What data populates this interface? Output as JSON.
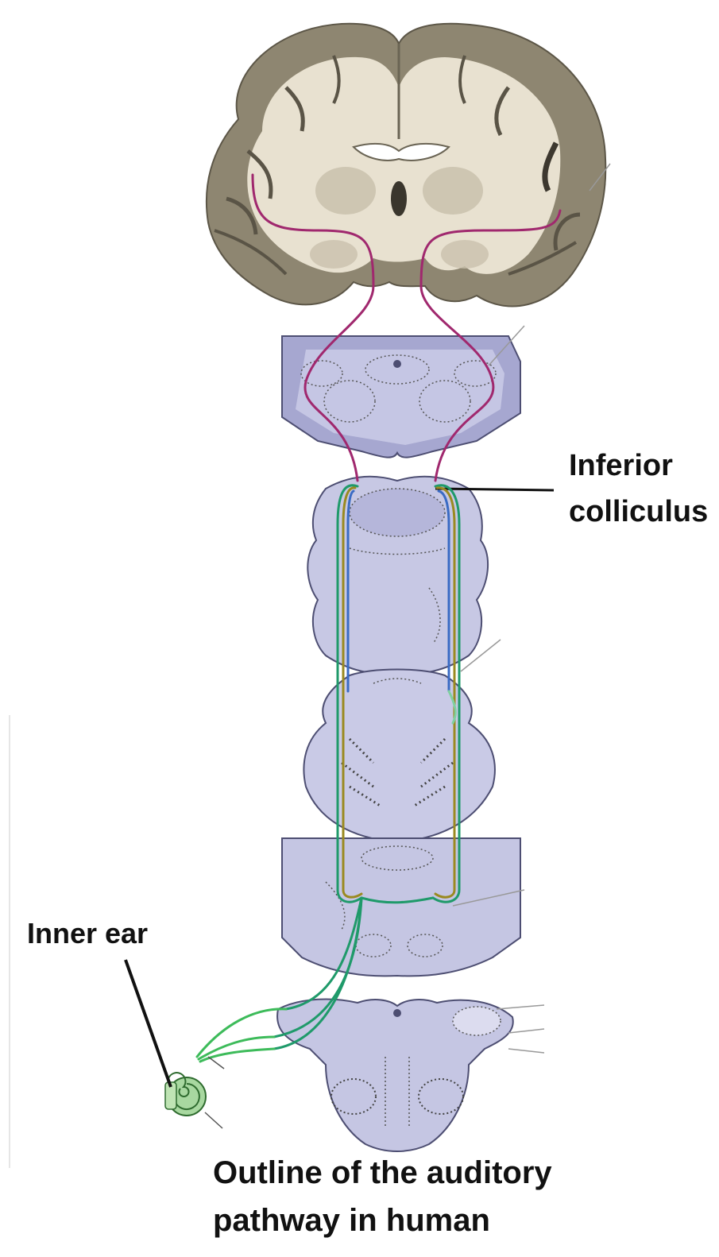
{
  "labels": {
    "inferior_colliculus_line1": "Inferior",
    "inferior_colliculus_line2": "colliculus",
    "inner_ear": "Inner ear"
  },
  "caption": {
    "line1": "Outline of the auditory",
    "line2": "pathway in human"
  },
  "colors": {
    "brain_outer": "#8c8471",
    "brain_inner": "#e9e2d2",
    "brainstem_section": "#c8c9e2",
    "brainstem_dark": "#9fa0cb",
    "pathway_thalamocortical": "#a0286e",
    "pathway_green": "#1f9a6a",
    "pathway_olive": "#9a8a20",
    "pathway_blue": "#3a6bc4",
    "cochlea": "#a8d8a0"
  }
}
